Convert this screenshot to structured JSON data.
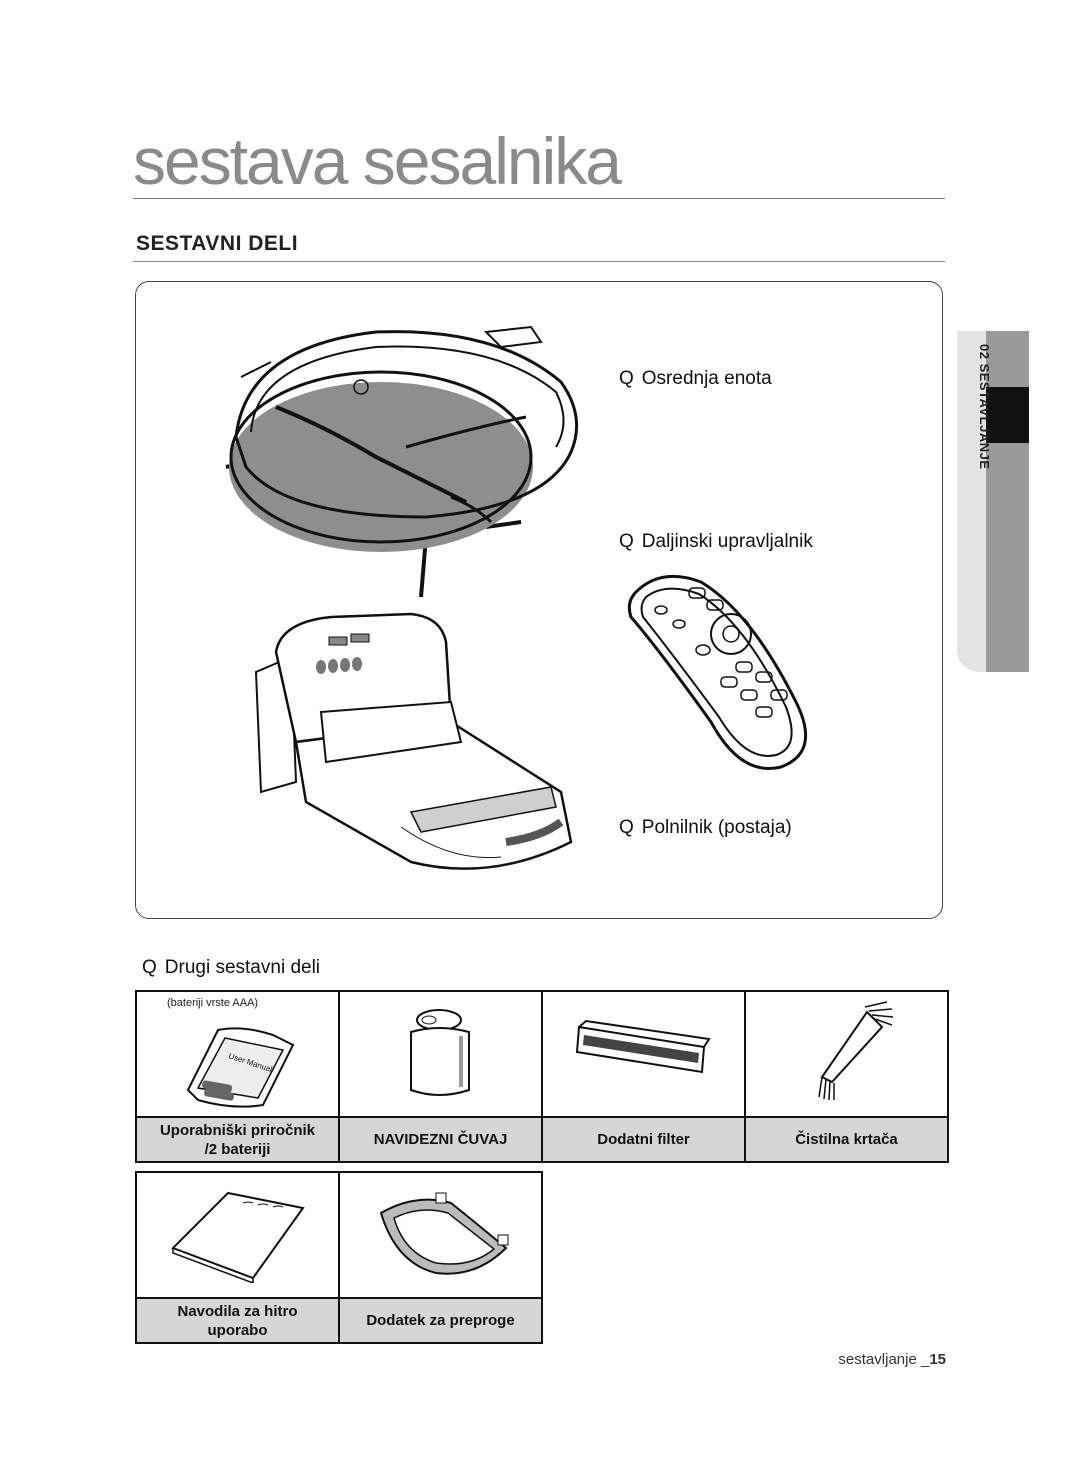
{
  "page": {
    "title": "sestava sesalnika",
    "section_heading": "SESTAVNI DELI",
    "side_tab": "02  SESTAVLJANJE"
  },
  "main_items": [
    {
      "bullet": "Q",
      "label": "Osrednja enota"
    },
    {
      "bullet": "Q",
      "label": "Daljinski upravljalnik"
    },
    {
      "bullet": "Q",
      "label": "Polnilnik (postaja)"
    }
  ],
  "other_parts": {
    "bullet": "Q",
    "heading": "Drugi sestavni deli",
    "battery_note": "(bateriji vrste AAA)",
    "manual_graphic_text": "User Manual",
    "row1": [
      {
        "caption_line1": "Uporabniški priročnik",
        "caption_line2": "/2 bateriji",
        "icon": "manual-and-batteries-icon"
      },
      {
        "caption_line1": "NAVIDEZNI ČUVAJ",
        "caption_line2": "",
        "icon": "virtual-guard-icon"
      },
      {
        "caption_line1": "Dodatni filter",
        "caption_line2": "",
        "icon": "filter-icon"
      },
      {
        "caption_line1": "Čistilna krtača",
        "caption_line2": "",
        "icon": "cleaning-brush-icon"
      }
    ],
    "row2": [
      {
        "caption_line1": "Navodila za hitro",
        "caption_line2": "uporabo",
        "icon": "quick-guide-icon"
      },
      {
        "caption_line1": "Dodatek za preproge",
        "caption_line2": "",
        "icon": "carpet-attachment-icon"
      }
    ]
  },
  "footer": {
    "text": "sestavljanje _",
    "page_number": "15"
  }
}
